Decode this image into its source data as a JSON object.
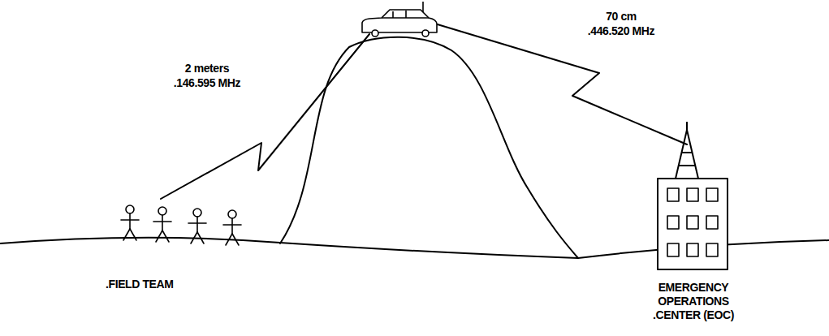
{
  "diagram": {
    "labels": [
      "2 meters",
      ".146.595 MHz",
      "70 cm",
      ".446.520 MHz",
      ".FIELD TEAM",
      "EMERGENCY OPERATIONS .CENTER (EOC)"
    ]
  }
}
